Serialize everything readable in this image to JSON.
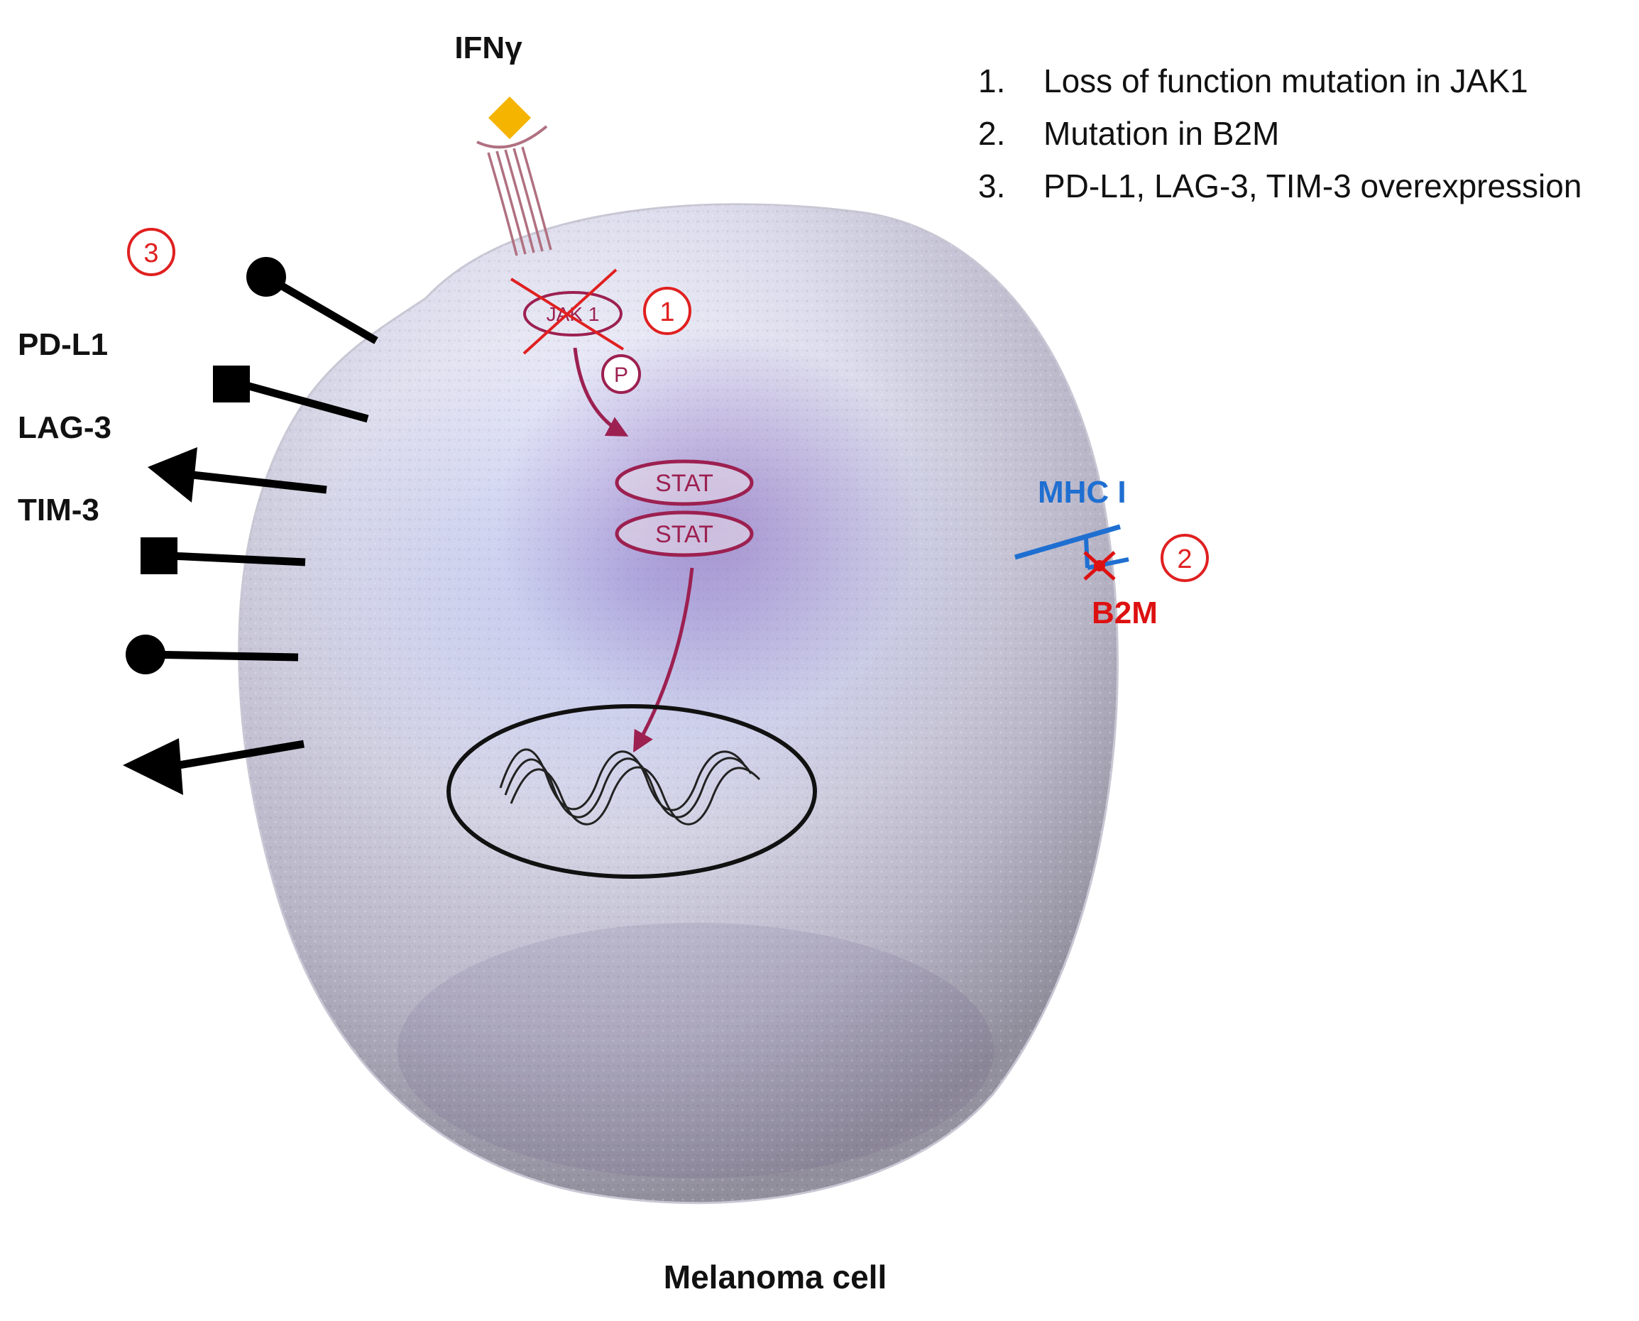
{
  "title_label": "IFNγ",
  "legend": [
    {
      "num": "1.",
      "text": "Loss of function mutation in JAK1"
    },
    {
      "num": "2.",
      "text": "Mutation in B2M"
    },
    {
      "num": "3.",
      "text": "PD-L1, LAG-3, TIM-3 overexpression"
    }
  ],
  "cell_label": "Melanoma cell",
  "jak_label": "JAK 1",
  "p_label": "P",
  "stat_labels": [
    "STAT",
    "STAT"
  ],
  "markers": {
    "m1": "1",
    "m2": "2",
    "m3": "3"
  },
  "checkpoint_labels": [
    "PD-L1",
    "LAG-3",
    "TIM-3"
  ],
  "mhc_label": "MHC I",
  "b2m_label": "B2M",
  "colors": {
    "ifn_diamond": "#f5b400",
    "pathway": "#9c2050",
    "marker_red": "#e02020",
    "mhc_blue": "#1f6fd1",
    "b2m_red": "#dd1111",
    "nucleus": "#111111",
    "cell_light": "#eeeefa",
    "cell_dark": "#8a8794"
  }
}
